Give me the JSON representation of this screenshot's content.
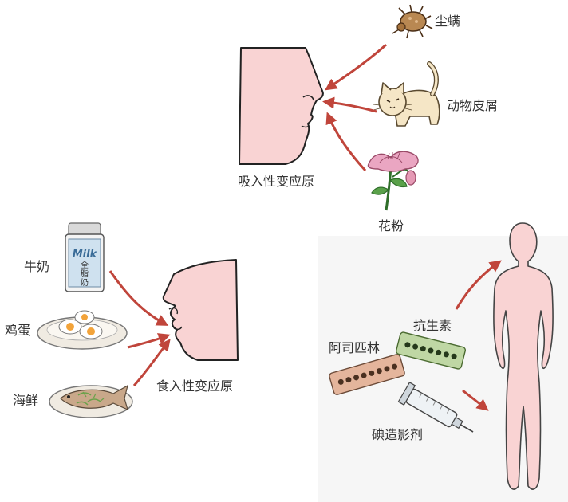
{
  "labels": {
    "inhaled_category": "吸入性变应原",
    "ingested_category": "食入性变应原",
    "dust_mite": "尘螨",
    "animal_dander": "动物皮屑",
    "pollen": "花粉",
    "milk": "牛奶",
    "egg": "鸡蛋",
    "seafood": "海鲜",
    "aspirin": "阿司匹林",
    "antibiotics": "抗生素",
    "contrast_agent": "碘造影剂"
  },
  "milk_carton_text": {
    "brand": "Milk",
    "line1": "全",
    "line2": "脂",
    "line3": "奶"
  },
  "colors": {
    "arrow": "#c0453b",
    "skin": "#f9d3d3",
    "skin_outline": "#222222",
    "label_text": "#333333",
    "panel_bg": "#f6f6f6"
  }
}
